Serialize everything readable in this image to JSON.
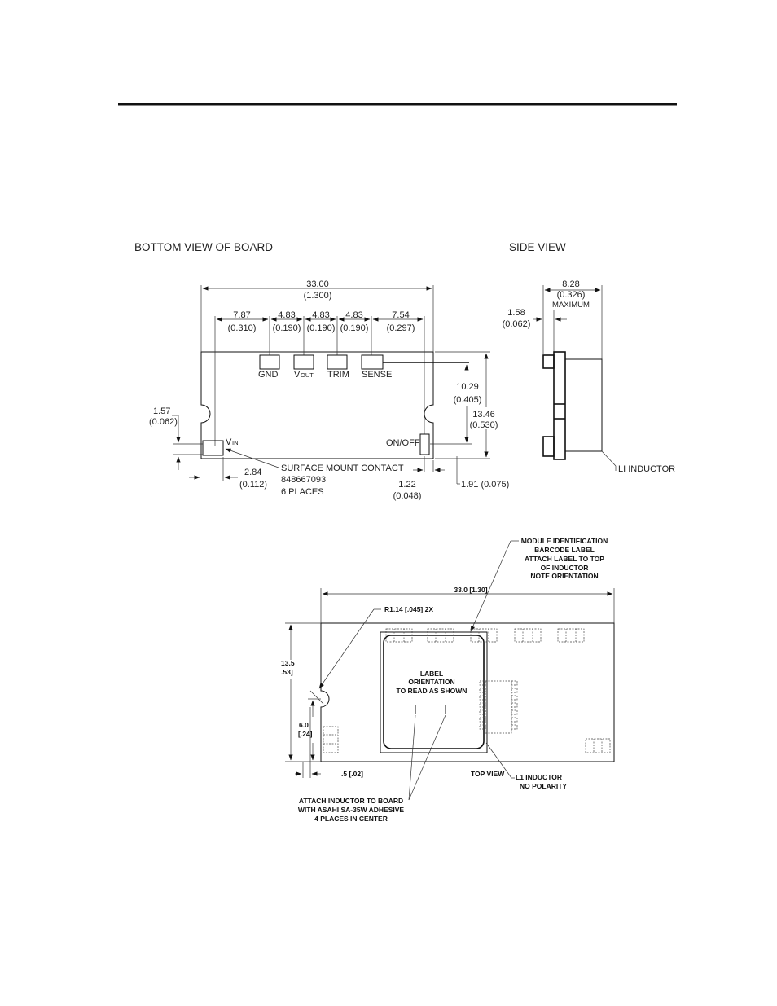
{
  "bottom_view": {
    "title": "BOTTOM VIEW OF BOARD",
    "overall": {
      "mm": "33.00",
      "in": "(1.300)"
    },
    "spacings": [
      {
        "mm": "7.87",
        "in": "(0.310)"
      },
      {
        "mm": "4.83",
        "in": "(0.190)"
      },
      {
        "mm": "4.83",
        "in": "(0.190)"
      },
      {
        "mm": "4.83",
        "in": "(0.190)"
      },
      {
        "mm": "7.54",
        "in": "(0.297)"
      }
    ],
    "pins": {
      "gnd": "GND",
      "vout_main": "V",
      "vout_sub": "OUT",
      "trim": "TRIM",
      "sense": "SENSE",
      "vin_main": "V",
      "vin_sub": "IN",
      "onoff": "ON/OFF"
    },
    "dims": {
      "d1029": {
        "mm": "10.29",
        "in": "(0.405)"
      },
      "d1346": {
        "mm": "13.46",
        "in": "(0.530)"
      },
      "d157": {
        "mm": "1.57",
        "in": "(0.062)"
      },
      "d284": {
        "mm": "2.84",
        "in": "(0.112)"
      },
      "d122": {
        "mm": "1.22",
        "in": "(0.048)"
      },
      "d191": "1.91 (0.075)"
    },
    "contact_note": [
      "SURFACE MOUNT CONTACT",
      "848667093",
      "6 PLACES"
    ]
  },
  "side_view": {
    "title": "SIDE VIEW",
    "width": {
      "mm": "8.28",
      "in": "(0.326)",
      "note": "MAXIMUM"
    },
    "thickness": {
      "mm": "1.58",
      "in": "(0.062)"
    },
    "inductor_label": "LI INDUCTOR"
  },
  "top_view": {
    "title": "TOP VIEW",
    "label_note": [
      "MODULE IDENTIFICATION",
      "BARCODE LABEL",
      "ATTACH LABEL TO TOP",
      "OF INDUCTOR",
      "NOTE ORIENTATION"
    ],
    "overall": "33.0  [1.30]",
    "radius": "R1.14  [.045] 2X",
    "height": [
      "13.5",
      ".53]"
    ],
    "notch": [
      "6.0",
      "[.24]"
    ],
    "offset": ".5  [.02]",
    "orientation": [
      "LABEL",
      "ORIENTATION",
      "TO READ AS SHOWN"
    ],
    "inductor": [
      "L1 INDUCTOR",
      "NO POLARITY"
    ],
    "adhesive": [
      "ATTACH INDUCTOR TO BOARD",
      "WITH ASAHI SA-35W ADHESIVE",
      "4 PLACES IN CENTER"
    ]
  }
}
